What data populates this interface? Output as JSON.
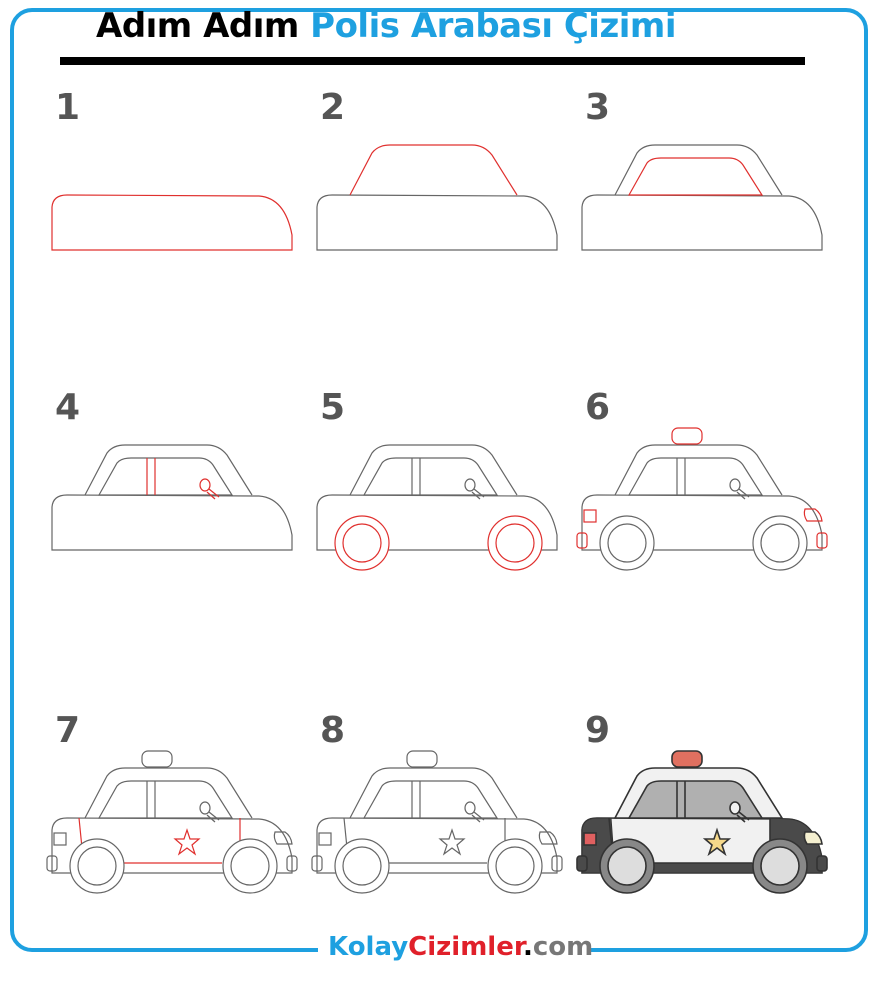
{
  "title": {
    "part1": "Adım Adım",
    "part2": "Polis Arabası Çizimi"
  },
  "steps": [
    "1",
    "2",
    "3",
    "4",
    "5",
    "6",
    "7",
    "8",
    "9"
  ],
  "footer": {
    "kolay": "Kolay",
    "cizimler": "Cizimler",
    "dot": ".",
    "com": "com"
  },
  "colors": {
    "accent": "#1ea0e0",
    "new_line": "#e0302e",
    "old_line": "#555555",
    "brand_red": "#e0202a"
  }
}
